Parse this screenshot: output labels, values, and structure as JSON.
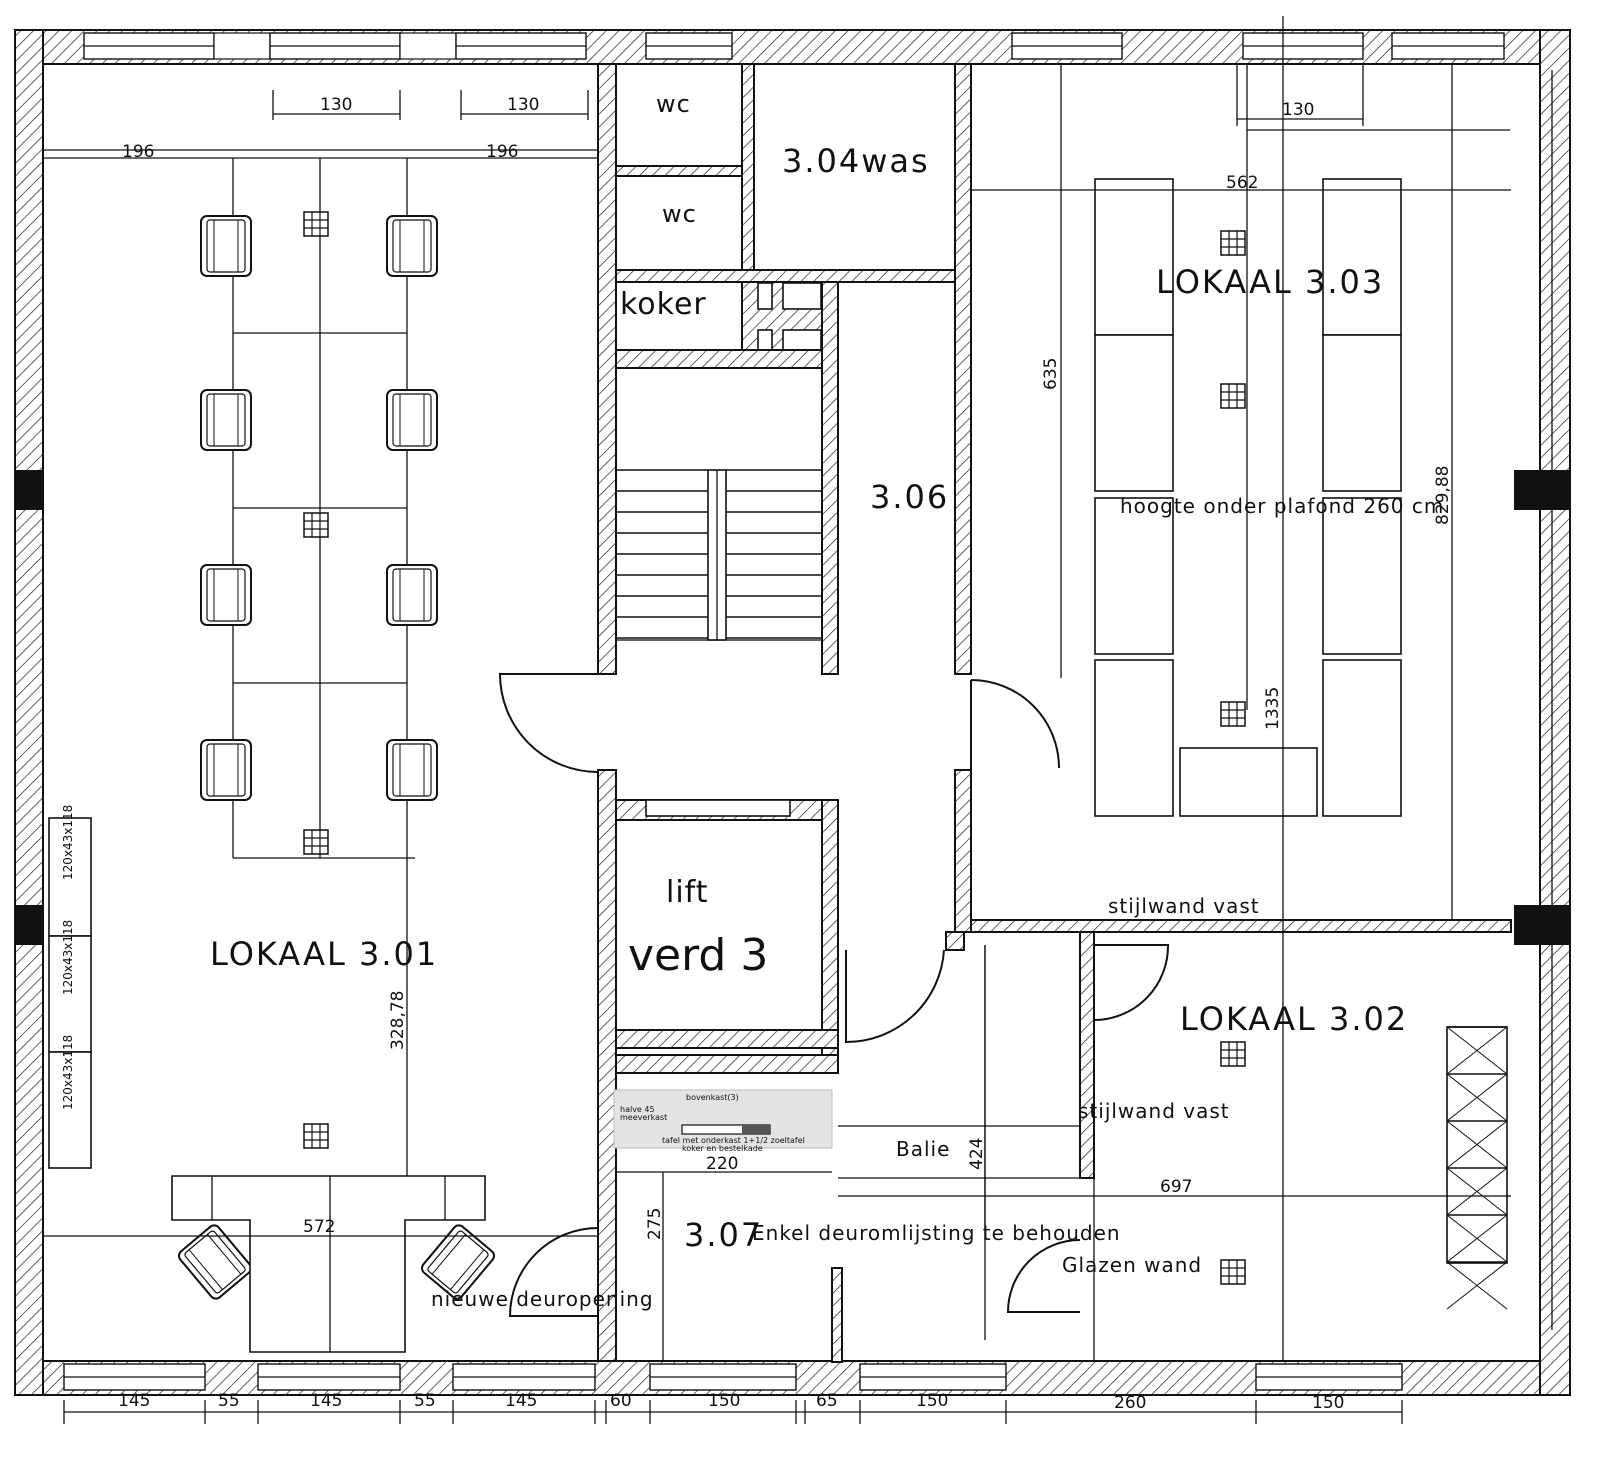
{
  "rooms": {
    "r301": "LOKAAL  3.01",
    "r302": "LOKAAL  3.02",
    "r303": "LOKAAL  3.03",
    "r304": "3.04was",
    "r306": "3.06",
    "r307": "3.07",
    "wc1": "wc",
    "wc2": "wc",
    "koker": "koker",
    "lift": "lift",
    "verd": "verd  3",
    "balie": "Balie"
  },
  "notes": {
    "hoogte": "hoogte  onder  plafond  260  cm",
    "stijlwand1": "stijlwand  vast",
    "stijlwand2": "stijlwand  vast",
    "deuromlijsting": "Enkel  deuromlijsting  te  behouden",
    "glazen": "Glazen  wand",
    "deuropening": "nieuwe  deuropening",
    "cabinet1": "120x43x118",
    "cabinet2": "120x43x118",
    "cabinet3": "120x43x118",
    "inset1": "bovenkast(3)",
    "inset2": "halve 45",
    "inset3": "meeverkast",
    "inset4": "tafel  met  onderkast  1+1/2  zoeltafel",
    "inset5": "koker  en  bestelkade"
  },
  "dimensions": {
    "top_130_a": "130",
    "top_130_b": "130",
    "top_130_c": "130",
    "d196_a": "196",
    "d196_b": "196",
    "d562": "562",
    "d635": "635",
    "d829": "829,88",
    "d1335": "1335",
    "d328": "328,78",
    "d572": "572",
    "d220": "220",
    "d275": "275",
    "d424": "424",
    "d697": "697",
    "b145_a": "145",
    "b55_a": "55",
    "b145_b": "145",
    "b55_b": "55",
    "b145_c": "145",
    "b60": "60",
    "b150_a": "150",
    "b65": "65",
    "b150_b": "150",
    "b260": "260",
    "b150_c": "150"
  }
}
